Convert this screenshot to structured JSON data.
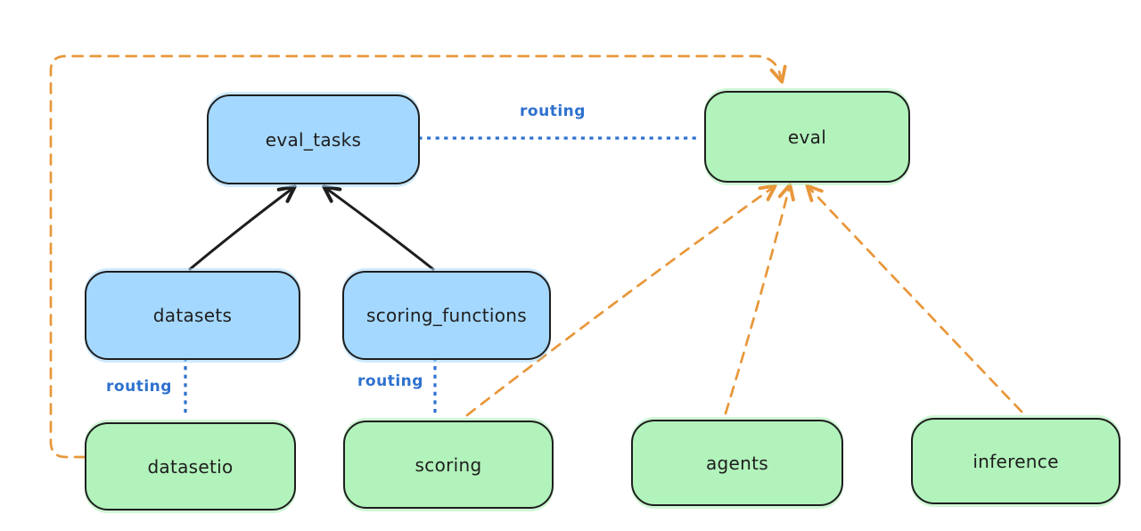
{
  "nodes": {
    "eval_tasks": {
      "label": "eval_tasks",
      "kind": "api"
    },
    "datasets": {
      "label": "datasets",
      "kind": "api"
    },
    "scoring_functions": {
      "label": "scoring_functions",
      "kind": "api"
    },
    "eval": {
      "label": "eval",
      "kind": "provider"
    },
    "datasetio": {
      "label": "datasetio",
      "kind": "provider"
    },
    "scoring": {
      "label": "scoring",
      "kind": "provider"
    },
    "agents": {
      "label": "agents",
      "kind": "provider"
    },
    "inference": {
      "label": "inference",
      "kind": "provider"
    }
  },
  "edge_labels": {
    "routing_eval": "routing",
    "routing_datasetio": "routing",
    "routing_scoring": "routing"
  },
  "edges": [
    {
      "from": "datasets",
      "to": "eval_tasks",
      "style": "solid-black-arrow"
    },
    {
      "from": "scoring_functions",
      "to": "eval_tasks",
      "style": "solid-black-arrow"
    },
    {
      "from": "eval_tasks",
      "to": "eval",
      "style": "dotted-blue",
      "label": "routing"
    },
    {
      "from": "datasets",
      "to": "datasetio",
      "style": "dotted-blue",
      "label": "routing"
    },
    {
      "from": "scoring_functions",
      "to": "scoring",
      "style": "dotted-blue",
      "label": "routing"
    },
    {
      "from": "datasetio",
      "to": "eval",
      "style": "dashed-orange-arrow"
    },
    {
      "from": "scoring",
      "to": "eval",
      "style": "dashed-orange-arrow"
    },
    {
      "from": "agents",
      "to": "eval",
      "style": "dashed-orange-arrow"
    },
    {
      "from": "inference",
      "to": "eval",
      "style": "dashed-orange-arrow"
    }
  ],
  "colors": {
    "api_box_fill": "#a5d8ff",
    "provider_box_fill": "#b2f2bb",
    "outline": "#1e1e1e",
    "routing_blue": "#2e71cf",
    "arrow_orange": "#e8973a",
    "background": "#ffffff"
  }
}
